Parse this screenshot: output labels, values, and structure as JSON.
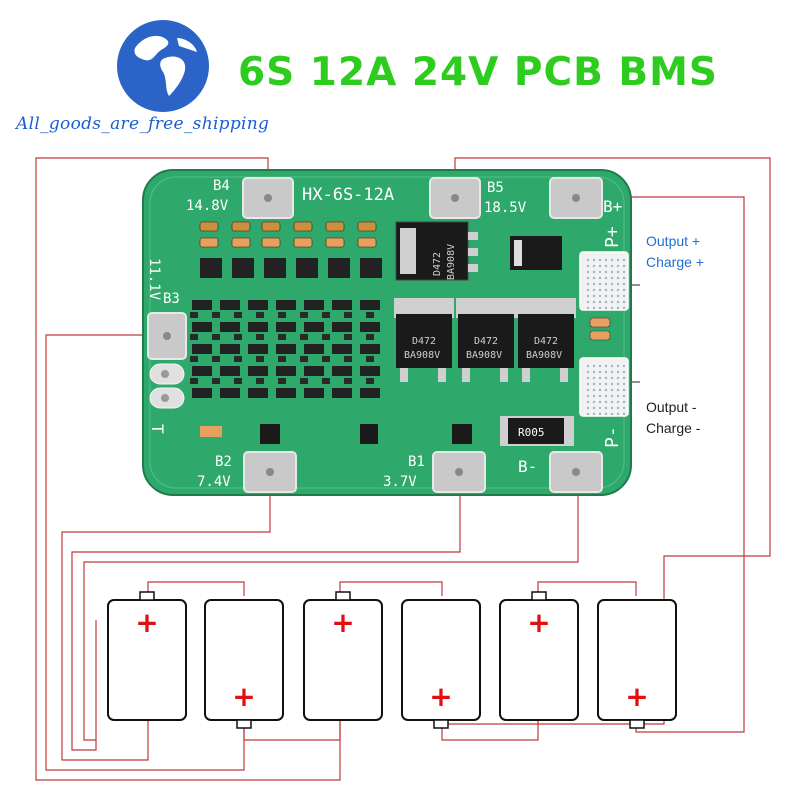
{
  "header": {
    "title": "6S 12A 24V PCB BMS",
    "shop_text": "All_goods_are_free_shipping",
    "title_color": "#2ecc1f",
    "shop_text_color": "#1a5fd0"
  },
  "board": {
    "model": "HX-6S-12A",
    "color": "#2fa86b",
    "pads": {
      "b4": {
        "label": "B4",
        "voltage": "14.8V"
      },
      "b5": {
        "label": "B5",
        "voltage": "18.5V"
      },
      "b3": {
        "label": "B3",
        "voltage": "11.1V"
      },
      "b2": {
        "label": "B2",
        "voltage": "7.4V"
      },
      "b1": {
        "label": "B1",
        "voltage": "3.7V"
      },
      "b_minus": {
        "label": "B-"
      },
      "b_plus": {
        "label": "B+"
      },
      "p_plus": {
        "label": "P+"
      },
      "p_minus": {
        "label": "P-"
      },
      "t": {
        "label": "T"
      }
    },
    "components": {
      "mosfet_part": "D472",
      "mosfet_code": "BA908V",
      "shunt_resistor": "R005"
    }
  },
  "annotations": {
    "output_plus": "Output +",
    "charge_plus": "Charge +",
    "output_minus": "Output -",
    "charge_minus": "Charge -",
    "plus_color": "#1e6fd0",
    "minus_color": "#222222"
  },
  "batteries": {
    "count": 6,
    "plus_symbol": "+",
    "plus_color": "#e01010"
  }
}
